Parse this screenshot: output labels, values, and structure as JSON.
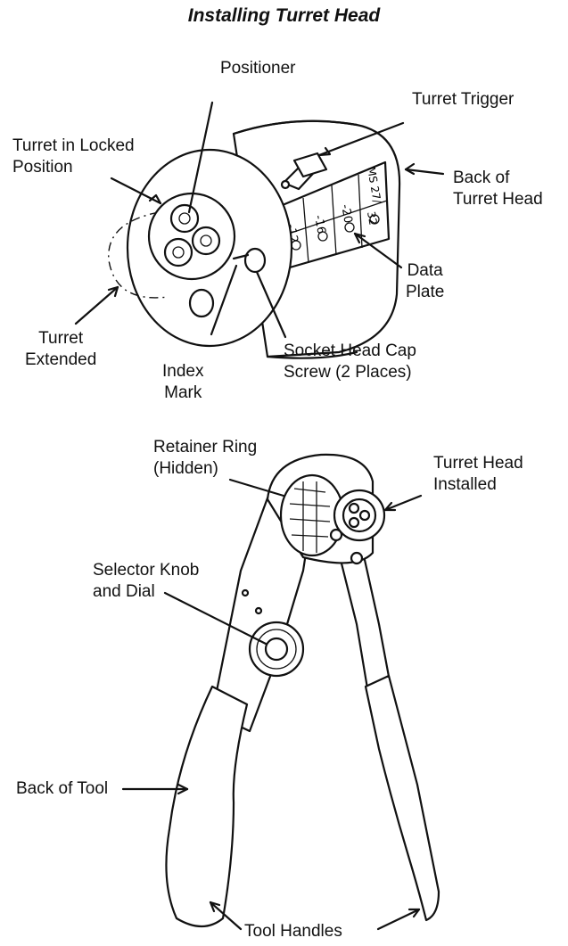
{
  "title": "Installing Turret Head",
  "labels": {
    "positioner": "Positioner",
    "turret_trigger": "Turret Trigger",
    "turret_locked_1": "Turret in Locked",
    "turret_locked_2": "Position",
    "back_head_1": "Back of",
    "back_head_2": "Turret Head",
    "data_plate_1": "Data",
    "data_plate_2": "Plate",
    "turret_ext_1": "Turret",
    "turret_ext_2": "Extended",
    "index_1": "Index",
    "index_2": "Mark",
    "socket_1": "Socket Head Cap",
    "socket_2": "Screw (2 Places)",
    "retainer_1": "Retainer Ring",
    "retainer_2": "(Hidden)",
    "head_inst_1": "Turret Head",
    "head_inst_2": "Installed",
    "selector_1": "Selector Knob",
    "selector_2": "and Dial",
    "back_tool": "Back of Tool",
    "handles": "Tool Handles"
  },
  "data_plate_marks": [
    "-12",
    "-16",
    "-20",
    "MS 27/",
    "32"
  ]
}
